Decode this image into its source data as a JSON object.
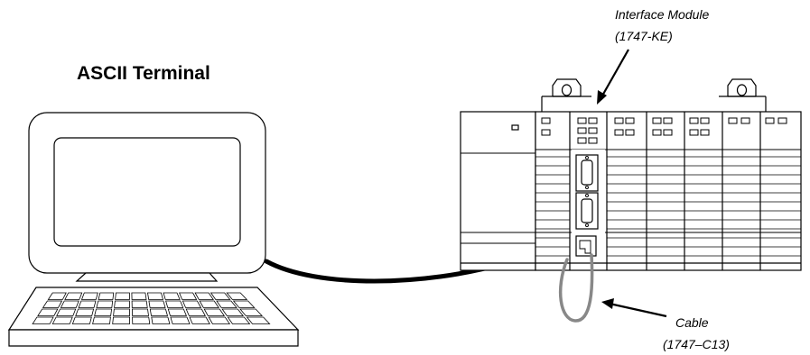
{
  "terminal_title": "ASCII Terminal",
  "interface_module": {
    "line1": "Interface Module",
    "line2": "(1747-KE)"
  },
  "cable": {
    "line1": "Cable",
    "line2": "(1747–C13)"
  },
  "colors": {
    "ink": "#000000",
    "cable_gray": "#888888",
    "background": "#ffffff"
  }
}
